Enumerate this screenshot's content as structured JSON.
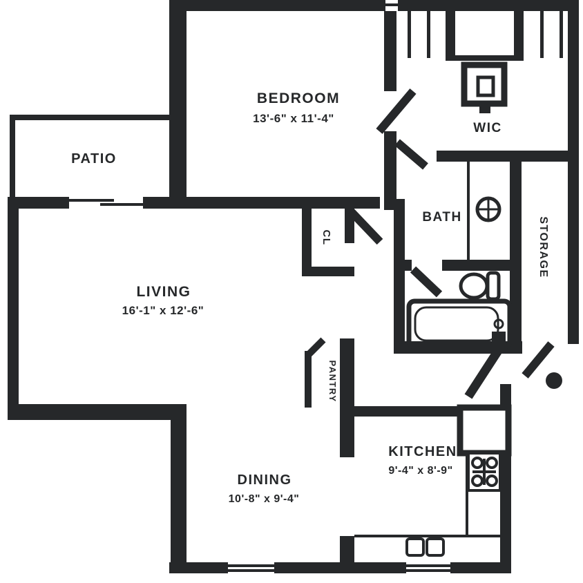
{
  "meta": {
    "type": "apartment floor plan",
    "background_color": "#ffffff",
    "ink_color": "#26282a"
  },
  "rooms": {
    "bedroom": {
      "name": "BEDROOM",
      "dims": "13'-6\" x 11'-4\""
    },
    "patio": {
      "name": "PATIO"
    },
    "living": {
      "name": "LIVING",
      "dims": "16'-1\" x 12'-6\""
    },
    "bath": {
      "name": "BATH"
    },
    "wic": {
      "name": "WIC"
    },
    "storage": {
      "name": "STORAGE"
    },
    "closet": {
      "name": "CL"
    },
    "pantry": {
      "name": "PANTRY"
    },
    "kitchen": {
      "name": "KITCHEN",
      "dims": "9'-4\" x 8'-9\""
    },
    "dining": {
      "name": "DINING",
      "dims": "10'-8\" x 9'-4\""
    }
  },
  "fixtures": [
    "water-heater",
    "bath-sink",
    "toilet",
    "bathtub",
    "refrigerator",
    "stove",
    "kitchen-sink"
  ]
}
